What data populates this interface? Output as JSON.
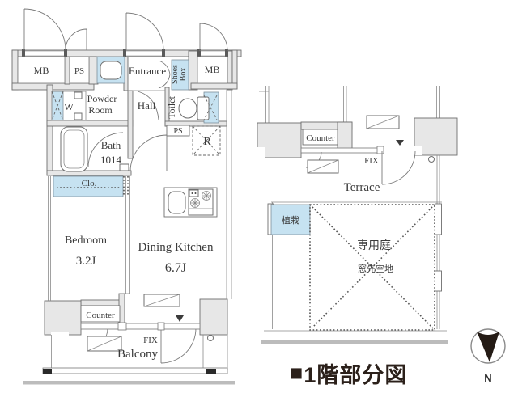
{
  "fp": {
    "unit": {
      "mb_left": "MB",
      "ps_top": "PS",
      "entrance": "Entrance",
      "shoes_box_line1": "Shoes",
      "shoes_box_line2": "Box",
      "mb_right": "MB",
      "washer": "W",
      "powder_line1": "Powder",
      "powder_line2": "Room",
      "hall": "Hall",
      "toilet": "Toilet",
      "ps_small": "PS",
      "fridge": "R",
      "bath_line1": "Bath",
      "bath_line2": "1014",
      "closet": "Clo.",
      "bedroom_name": "Bedroom",
      "bedroom_size": "3.2J",
      "dk_name": "Dining Kitchen",
      "dk_size": "6.7J",
      "counter": "Counter",
      "fix": "FIX",
      "balcony": "Balcony"
    },
    "neighbor": {
      "counter": "Counter",
      "fix": "FIX",
      "terrace": "Terrace",
      "planting": "植栽",
      "garden": "専用庭",
      "setback": "窓先空地"
    },
    "caption_marker": "■",
    "caption_text": "1階部分図",
    "compass_label": "N",
    "colors": {
      "wall": "#e7e7e7",
      "water": "#c6e2f1",
      "line": "#6e6e6e",
      "text": "#3a3a3a",
      "caption": "#2b201a"
    }
  }
}
